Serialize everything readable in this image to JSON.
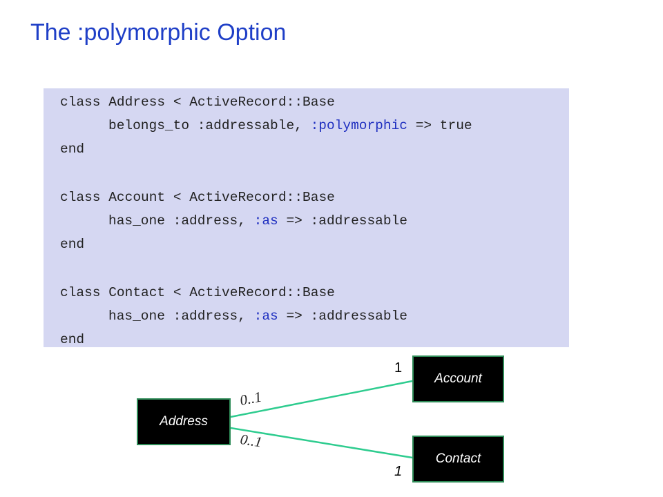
{
  "title": "The :polymorphic Option",
  "code": {
    "l1": "class Address < ActiveRecord::Base",
    "l2a": "belongs_to :addressable, ",
    "l2b": ":polymorphic",
    "l2c": " => true",
    "l3": "end",
    "l4": "class Account < ActiveRecord::Base",
    "l5a": "has_one :address, ",
    "l5b": ":as",
    "l5c": " => :addressable",
    "l6": "end",
    "l7": "class Contact < ActiveRecord::Base",
    "l8a": "has_one :address, ",
    "l8b": ":as",
    "l8c": " => :addressable",
    "l9": "end"
  },
  "diagram": {
    "address": "Address",
    "account": "Account",
    "contact": "Contact",
    "mult_account_side": "0..1",
    "mult_contact_side": "0..1",
    "one_account": "1",
    "one_contact": "1"
  },
  "colors": {
    "title": "#1f3fc7",
    "code_bg": "#d5d7f2",
    "connector": "#2ecc8f",
    "box_border": "#2e8b57"
  }
}
